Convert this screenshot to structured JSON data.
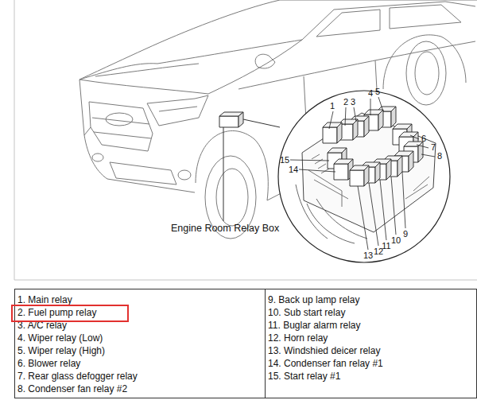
{
  "diagram": {
    "nodes": [
      {
        "text": [
          "2. Fuel pump relay"
        ]
      }
    ],
    "labels": [
      "Engine Room Relay Box",
      "1",
      "2",
      "3",
      "4",
      "5",
      "6",
      "7",
      "8",
      "9",
      "10",
      "11",
      "12",
      "13",
      "14",
      "15",
      "1. Main relay",
      "3. A/C relay",
      "4. Wiper relay (Low)",
      "5. Wiper relay (High)",
      "6. Blower relay",
      "7. Rear glass defogger relay",
      "8. Condenser fan relay #2",
      "9. Back up lamp relay",
      "10. Sub start relay",
      "11. Buglar alarm relay",
      "12. Horn relay",
      "13. Windshied deicer relay",
      "14. Condenser fan relay #1",
      "15. Start relay #1"
    ]
  }
}
